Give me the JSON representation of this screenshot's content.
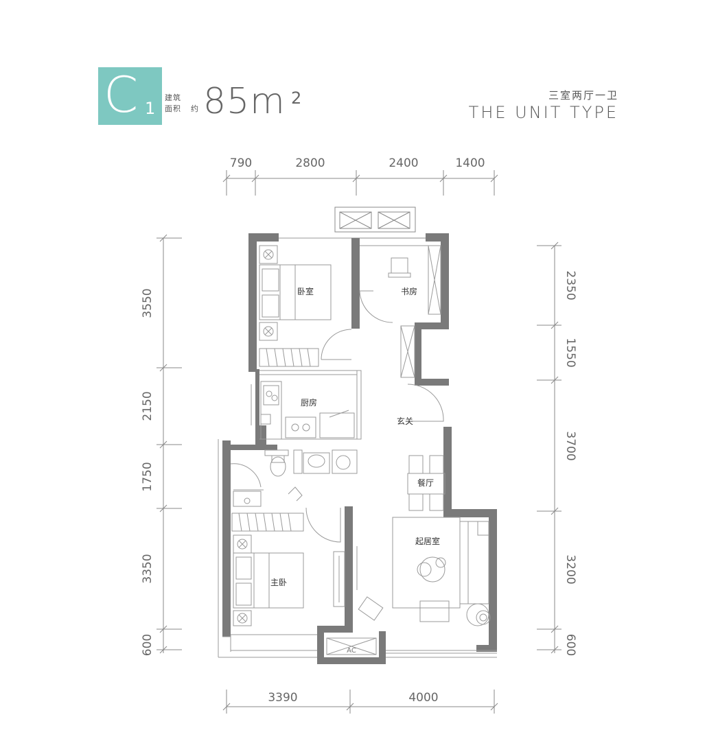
{
  "header": {
    "unit_letter": "C",
    "unit_sub": "1",
    "area_label_line1": "建筑",
    "area_label_line2": "面积",
    "area_label_approx": "约",
    "area_value": "85m",
    "area_unit_sup": "2",
    "rooms_title": "三室两厅一卫",
    "unit_type": "THE UNIT TYPE",
    "badge_color": "#7ec8c1"
  },
  "dimensions": {
    "top": [
      "790",
      "2800",
      "2400",
      "1400"
    ],
    "bottom": [
      "3390",
      "4000"
    ],
    "left": [
      "3550",
      "2150",
      "1750",
      "3350",
      "600"
    ],
    "right": [
      "2350",
      "1550",
      "3700",
      "3200",
      "600"
    ]
  },
  "rooms": {
    "bedroom": "卧室",
    "study": "书房",
    "kitchen": "厨房",
    "entry": "玄关",
    "dining": "餐厅",
    "living": "起居室",
    "master": "主卧",
    "ac": "AC"
  },
  "colors": {
    "wall": "#7a7a7a",
    "line": "#9a9a9a"
  }
}
